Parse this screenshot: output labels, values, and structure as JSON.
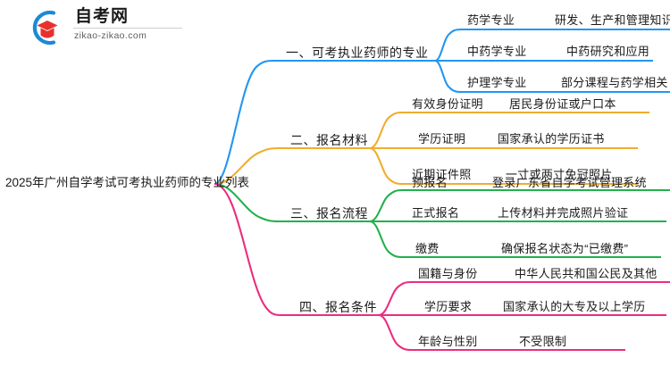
{
  "logo": {
    "name": "zikao-logo",
    "title": "自考网",
    "domain": "zikao-zikao.com",
    "mark_blue": "#1b8ad6",
    "mark_red": "#e8312f"
  },
  "mindmap": {
    "root": "2025年广州自学考试可考执业药师的专业列表",
    "branches": [
      {
        "label": "一、可考执业药师的专业",
        "color": "#2196f3",
        "children": [
          {
            "label": "药学专业",
            "detail": "研发、生产和管理知识"
          },
          {
            "label": "中药学专业",
            "detail": "中药研究和应用"
          },
          {
            "label": "护理学专业",
            "detail": "部分课程与药学相关"
          }
        ]
      },
      {
        "label": "二、报名材料",
        "color": "#f0ad2e",
        "children": [
          {
            "label": "有效身份证明",
            "detail": "居民身份证或户口本"
          },
          {
            "label": "学历证明",
            "detail": "国家承认的学历证书"
          },
          {
            "label": "近期证件照",
            "detail": "一寸或两寸免冠照片"
          }
        ]
      },
      {
        "label": "三、报名流程",
        "color": "#22b14c",
        "children": [
          {
            "label": "预报名",
            "detail": "登录广东省自学考试管理系统"
          },
          {
            "label": "正式报名",
            "detail": "上传材料并完成照片验证"
          },
          {
            "label": "缴费",
            "detail": "确保报名状态为“已缴费”"
          }
        ]
      },
      {
        "label": "四、报名条件",
        "color": "#ec2d7f",
        "children": [
          {
            "label": "国籍与身份",
            "detail": "中华人民共和国公民及其他"
          },
          {
            "label": "学历要求",
            "detail": "国家承认的大专及以上学历"
          },
          {
            "label": "年龄与性别",
            "detail": "不受限制"
          }
        ]
      }
    ]
  }
}
